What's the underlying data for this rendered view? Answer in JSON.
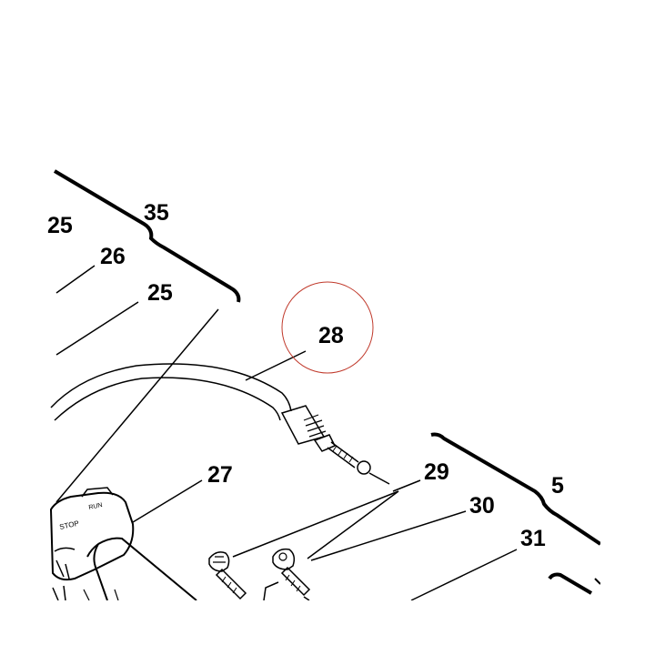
{
  "callouts": {
    "c25a": "25",
    "c26": "26",
    "c35": "35",
    "c25b": "25",
    "c28": "28",
    "c27": "27",
    "c29": "29",
    "c30": "30",
    "c5": "5",
    "c31": "31"
  },
  "switch_labels": {
    "run": "RUN",
    "stop": "STOP"
  },
  "colors": {
    "line": "#000000",
    "highlight_circle": "#c0392b",
    "background": "#ffffff"
  }
}
